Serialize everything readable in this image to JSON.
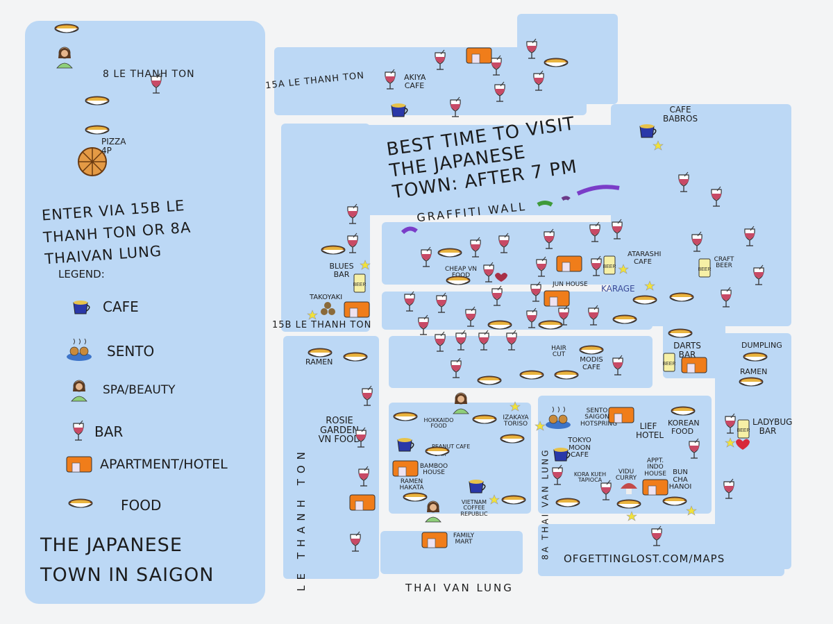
{
  "streets": {
    "s8_le_thanh_ton": "8 Le Thanh Ton",
    "s15a_le_thanh_ton": "15a Le Thanh Ton",
    "s15b_le_thanh_ton": "15B Le Thanh Ton",
    "le_thanh_ton": "Le Thanh Ton",
    "thai_van_lung": "Thai Van Lung",
    "s8a_thai_van_lung": "8a Thai Van Lung"
  },
  "headline": {
    "best_time": "Best Time To Visit The Japanese Town: After 7 PM",
    "graffiti": "Graffiti Wall"
  },
  "left_panel": {
    "enter": "Enter Via 15B Le Thanh Ton or 8a ThaiVan Lung",
    "legend_title": "Legend:",
    "legend": [
      {
        "icon": "cafe-icon",
        "label": "Cafe"
      },
      {
        "icon": "sento-icon",
        "label": "Sento"
      },
      {
        "icon": "spa-icon",
        "label": "Spa/Beauty"
      },
      {
        "icon": "bar-icon",
        "label": "Bar"
      },
      {
        "icon": "apartment-icon",
        "label": "Apartment/Hotel"
      },
      {
        "icon": "food-icon",
        "label": "Food"
      }
    ],
    "title": "The Japanese Town in Saigon",
    "pizza": "Pizza 4P"
  },
  "places": {
    "akiya_cafe": "Akiya Cafe",
    "cafe_babros": "Cafe Babros",
    "blues_bar": "Blues Bar",
    "takoyaki": "Takoyaki",
    "cheap_vn_food": "Cheap VN Food",
    "jun_house": "Jun House",
    "karage": "Karage",
    "atarashi_cafe": "Atarashi Cafe",
    "craft_beer": "Craft Beer",
    "hair_cut": "Hair Cut",
    "modis_cafe": "Modis Cafe",
    "darts_bar": "Darts Bar",
    "dumpling": "Dumpling",
    "ramen_right": "Ramen",
    "ramen_left": "Ramen",
    "rosie_garden": "Rosie Garden VN Food",
    "hokkaido_food": "Hokkaido Food",
    "izakaya_toriso": "Izakaya Toriso",
    "sento_saigon": "Sento Saigon Hotspring",
    "lief_hotel": "Lief Hotel",
    "korean_food": "Korean Food",
    "ladybug_bar": "Ladybug Bar",
    "peanut_cafe": "Peanut Cafe",
    "bar_sign": "Bar",
    "bamboo_house": "Bamboo House",
    "tokyo_moon": "Tokyo Moon Cafe",
    "ramen_hakata": "Ramen Hakata",
    "kora_kueh": "Kora Kueh Tapioca",
    "vidu_curry": "Vidu Curry",
    "appt_indo": "Appt. Indo House",
    "bun_cha": "Bun Cha Hanoi",
    "vietnam_coffee": "Vietnam Coffee Republic",
    "family_mart": "Family Mart",
    "website": "ofgettinglost.com/maps"
  },
  "colors": {
    "street_block": "#bcd8f5",
    "background": "#f3f4f5",
    "wine": "#c84a66",
    "apartment": "#f07d1a",
    "food_bowl": "#d9a03a",
    "cafe_mug": "#2a38a8",
    "star": "#f1e23a"
  }
}
